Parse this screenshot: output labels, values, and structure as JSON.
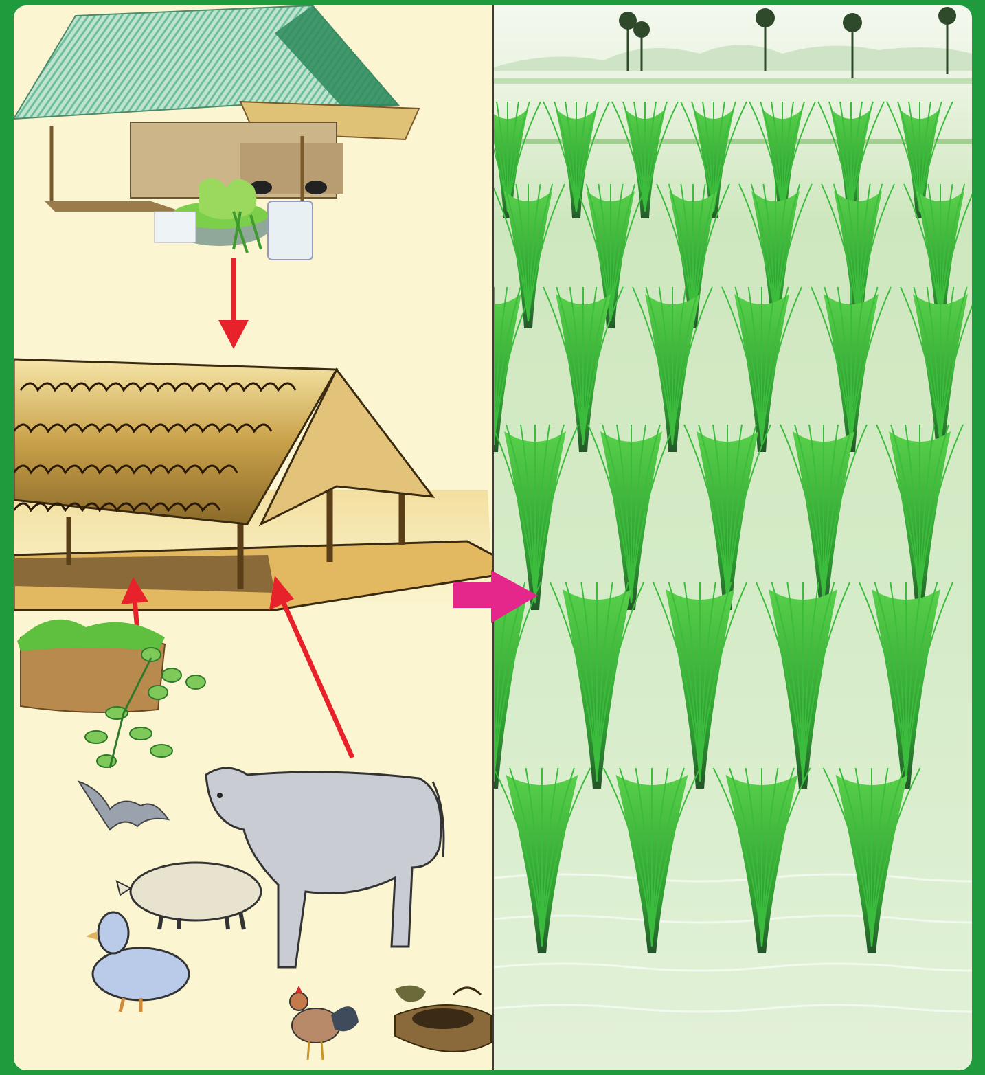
{
  "diagram": {
    "left_panel": {
      "nodes": [
        {
          "id": "kitchen",
          "icon": "kitchen-hut-with-waste-icon"
        },
        {
          "id": "compost-shed",
          "icon": "thatched-compost-shed-icon"
        },
        {
          "id": "soil-plants",
          "icon": "soil-and-leaves-icon"
        },
        {
          "id": "animals",
          "icon": "livestock-icon"
        }
      ],
      "arrows": [
        {
          "from": "kitchen",
          "to": "compost-shed",
          "color": "#e8222a"
        },
        {
          "from": "soil-plants",
          "to": "compost-shed",
          "color": "#e8222a"
        },
        {
          "from": "animals",
          "to": "compost-shed",
          "color": "#e8222a"
        }
      ]
    },
    "right_panel": {
      "icon": "rice-paddy-field-icon"
    },
    "flow_arrow": {
      "from": "left_panel",
      "to": "right_panel",
      "color": "#e5268a"
    },
    "colors": {
      "border": "#1f9a3c",
      "left_background": "#fbf6d1",
      "arrow_red": "#e8222a",
      "arrow_pink": "#e5268a",
      "rice_green": "#3cbc3c"
    }
  }
}
